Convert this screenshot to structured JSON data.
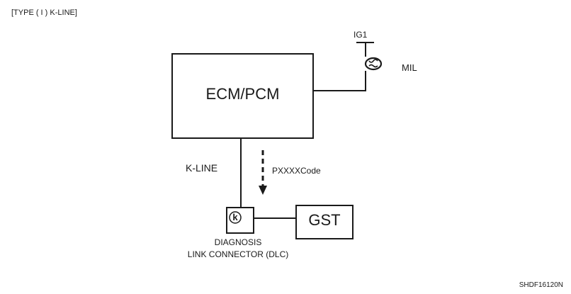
{
  "header": {
    "type_label": "[TYPE ( I ) K-LINE]"
  },
  "diagram": {
    "ecm_label": "ECM/PCM",
    "gst_label": "GST",
    "ig1_label": "IG1",
    "mil_label": "MIL",
    "kline_label": "K-LINE",
    "code_label": "PXXXXCode",
    "dlc_label_line1": "DIAGNOSIS",
    "dlc_label_line2": "LINK CONNECTOR (DLC)",
    "dlc_symbol": "k"
  },
  "footer": {
    "figure_id": "SHDF16120N"
  }
}
